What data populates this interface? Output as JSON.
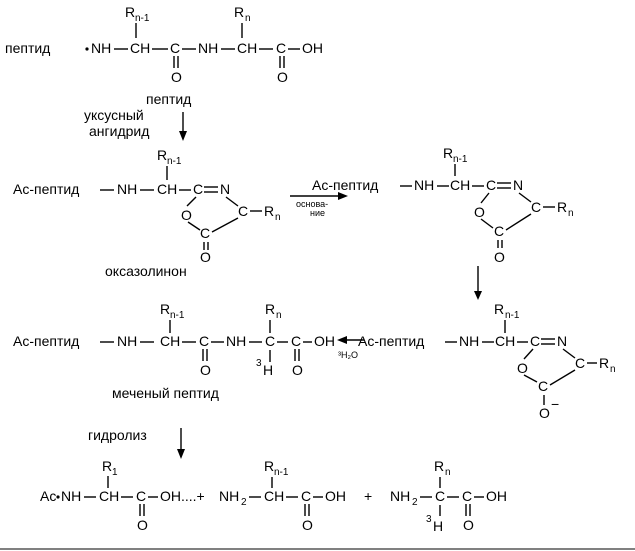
{
  "row1": {
    "peptide": "пептид",
    "nh_left": "NH",
    "r_prev": "R",
    "r_prev_sub": "n-1",
    "ch_a": "CH",
    "c_a": "C",
    "o_a": "O",
    "nh_mid": "NH",
    "r_n": "R",
    "r_n_sub": "n",
    "ch_b": "CH",
    "c_b": "C",
    "o_b": "O",
    "oh": "OH"
  },
  "step1": {
    "line1": "пептид",
    "line2": "уксусный",
    "line3": "ангидрид"
  },
  "row2": {
    "left": {
      "prefix": "Ac-пептид",
      "nh": "NH",
      "r": "R",
      "r_sub": "n-1",
      "ch": "CH",
      "c": "C",
      "n": "N",
      "o_ring": "O",
      "c4": "C",
      "r4": "R",
      "r4_sub": "n",
      "c5": "C",
      "o_exo": "O"
    },
    "base": {
      "line1": "основа-",
      "line2": "ние"
    },
    "right": {
      "prefix": "Ac-пептид",
      "nh": "NH",
      "r": "R",
      "r_sub": "n-1",
      "ch": "CH",
      "c": "C",
      "n": "N",
      "o_ring": "O",
      "c4": "C",
      "r4": "R",
      "r4_sub": "n",
      "c5": "C"
    },
    "oxazolinone": "оксазолинон"
  },
  "row3": {
    "left": {
      "prefix": "Ac-пептид",
      "nh": "NH",
      "r": "R",
      "r_sub": "n-1",
      "ch": "CH",
      "c": "C",
      "o": "O",
      "nh2": "NH",
      "r2": "R",
      "r2_sub": "n",
      "c2": "C",
      "iso": "3",
      "h": "H",
      "c3": "C",
      "o2": "O",
      "oh": "OH"
    },
    "water": "³H₂O",
    "right": {
      "prefix": "Ac-пептид",
      "nh": "NH",
      "r": "R",
      "r_sub": "n-1",
      "ch": "CH",
      "c": "C",
      "n": "N",
      "o_ring": "O",
      "c4": "C",
      "r4": "R",
      "r4_sub": "n",
      "c5": "C",
      "o_minus": "O",
      "charge": "−"
    },
    "labeled_peptide": "меченый пептид"
  },
  "step3": {
    "label": "гидролиз"
  },
  "row4": {
    "p1": {
      "ac": "Ac",
      "nh": "NH",
      "r": "R",
      "r_sub": "1",
      "ch": "CH",
      "c": "C",
      "o": "O",
      "oh": "OH",
      "dots": "....+"
    },
    "p2": {
      "nh2": "NH",
      "nh2_sub": "2",
      "r": "R",
      "r_sub": "n-1",
      "ch": "CH",
      "c": "C",
      "o": "O",
      "oh": "OH"
    },
    "plus": "+",
    "p3": {
      "nh2": "NH",
      "nh2_sub": "2",
      "r": "R",
      "r_sub": "n",
      "c": "C",
      "iso": "3",
      "h": "H",
      "c2": "C",
      "o": "O",
      "oh": "OH"
    }
  }
}
